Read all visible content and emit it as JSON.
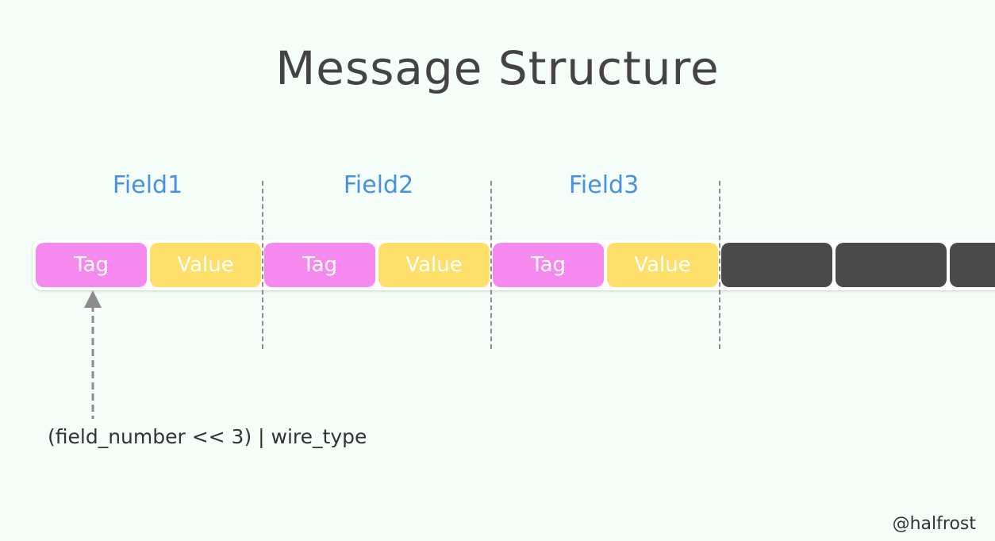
{
  "title": "Message Structure",
  "fields": [
    {
      "label": "Field1"
    },
    {
      "label": "Field2"
    },
    {
      "label": "Field3"
    }
  ],
  "segments": {
    "tag_label": "Tag",
    "value_label": "Value"
  },
  "annotation": "(field_number << 3) | wire_type",
  "credit": "@halfrost",
  "colors": {
    "title": "#444444",
    "field_label": "#4a90e2",
    "tag": "#f589f0",
    "value": "#fddf6a",
    "empty_block": "#4a4a4a",
    "divider": "#8c8c8c",
    "background": "#f4fdf7"
  }
}
